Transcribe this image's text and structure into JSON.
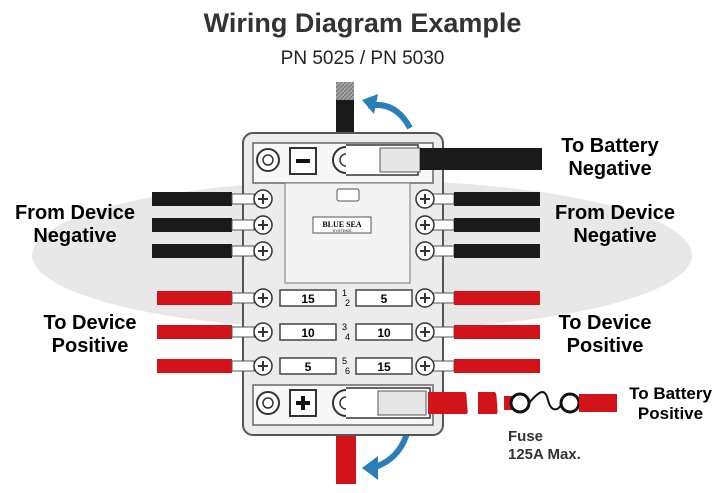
{
  "title": "Wiring Diagram Example",
  "subtitle": "PN 5025 / PN 5030",
  "labels": {
    "to_battery_negative": [
      "To Battery",
      "Negative"
    ],
    "from_device_negative_left": [
      "From Device",
      "Negative"
    ],
    "from_device_negative_right": [
      "From Device",
      "Negative"
    ],
    "to_device_positive_left": [
      "To Device",
      "Positive"
    ],
    "to_device_positive_right": [
      "To Device",
      "Positive"
    ],
    "to_battery_positive": [
      "To Battery",
      "Positive"
    ],
    "fuse_note": [
      "Fuse",
      "125A Max."
    ]
  },
  "negative_symbol": "−",
  "positive_symbol": "+",
  "brand": [
    "BLUE SEA",
    "SYSTEMS"
  ],
  "fuses": {
    "left": [
      "15",
      "10",
      "5"
    ],
    "right": [
      "5",
      "10",
      "15"
    ],
    "numbers_left": [
      "1",
      "3",
      "5"
    ],
    "numbers_right": [
      "2",
      "4",
      "6"
    ]
  },
  "colors": {
    "negative_wire": "#1a1a1a",
    "positive_wire": "#d2141a",
    "arrow": "#2b7fb8",
    "block_fill": "#ececec",
    "block_stroke": "#555555"
  }
}
